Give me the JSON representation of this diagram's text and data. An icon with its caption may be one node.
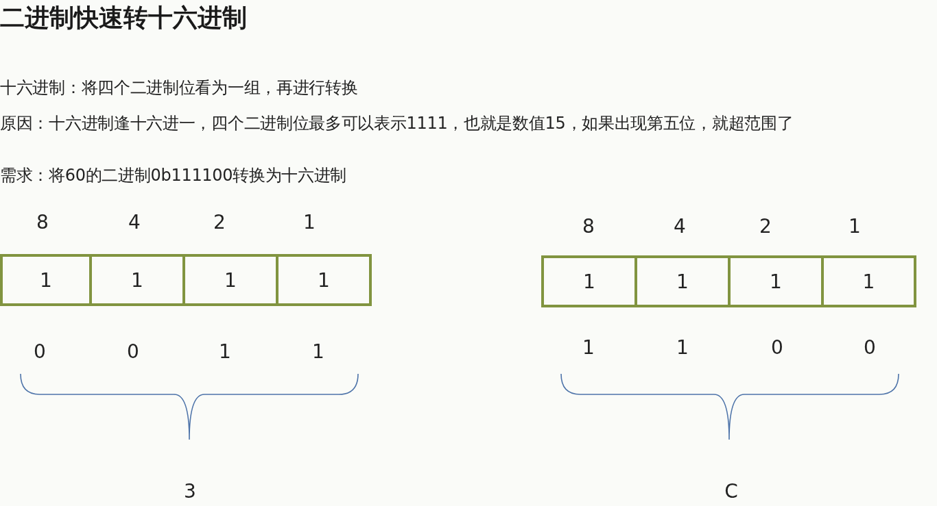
{
  "diagram": {
    "title": "二进制快速转十六进制",
    "nodes": [
      {
        "text": [
          "1"
        ]
      },
      {
        "text": [
          "1"
        ]
      },
      {
        "text": [
          "1"
        ]
      },
      {
        "text": [
          "1"
        ]
      },
      {
        "text": [
          "1"
        ]
      },
      {
        "text": [
          "1"
        ]
      },
      {
        "text": [
          "1"
        ]
      },
      {
        "text": [
          "1"
        ]
      }
    ],
    "labels": [
      "十六进制：将四个二进制位看为一组，再进行转换",
      "原因：十六进制逢十六进一，四个二进制位最多可以表示1111，也就是数值15，如果出现第五位，就超范围了",
      "需求：将60的二进制0b111100转换为十六进制",
      "8",
      "4",
      "2",
      "1",
      "8",
      "4",
      "2",
      "1",
      "0",
      "0",
      "1",
      "1",
      "1",
      "1",
      "0",
      "0",
      "3",
      "C"
    ]
  }
}
